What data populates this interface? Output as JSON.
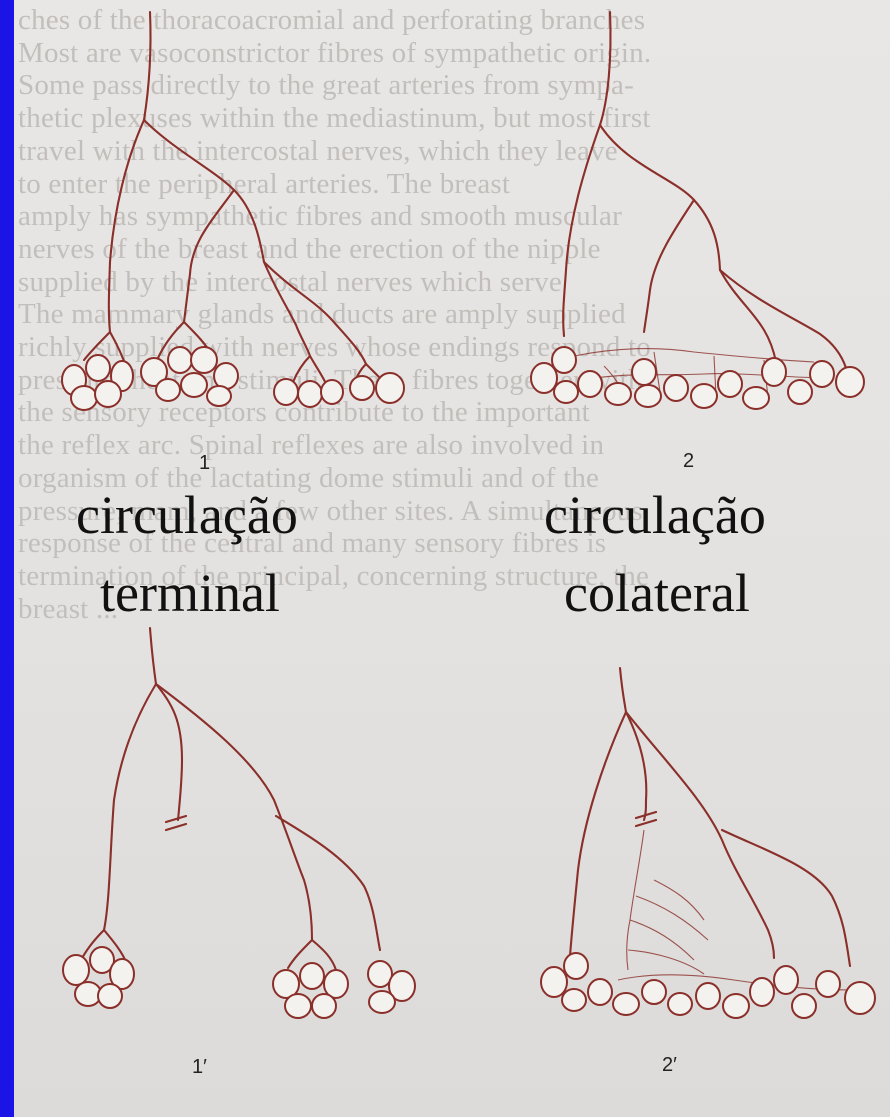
{
  "figures": {
    "terminal": {
      "label": "1",
      "caption_line1": "circulação",
      "caption_line2": "terminal"
    },
    "collateral": {
      "label": "2",
      "caption_line1": "circulação",
      "caption_line2": "colateral"
    },
    "terminal_occluded": {
      "label": "1′"
    },
    "collateral_occluded": {
      "label": "2′"
    }
  },
  "colors": {
    "vessel": "#8a2f2a",
    "border": "#1a14e6",
    "background": "#e6e4e2",
    "caption": "#111111"
  },
  "background_text": [
    "ches of the thoracoacromial and perforating branches",
    "Most are vasoconstrictor fibres of sympathetic origin.",
    "Some pass directly to the great arteries from sympa-",
    "thetic plexuses within the mediastinum, but most first",
    "travel with the intercostal nerves, which they leave",
    "to enter the peripheral arteries. The breast",
    "amply has sympathetic fibres and smooth muscular",
    "nerves of the breast and the erection of the nipple",
    "supplied by the intercostal nerves which serve",
    "The mammary glands and ducts are amply supplied",
    "richly supplied with nerves whose endings respond to",
    "pressure, heat and stimuli. These fibres together with",
    "the sensory receptors contribute to the important",
    "the reflex arc. Spinal reflexes are also involved in",
    "organism of the lactating dome stimuli and of the",
    "pressure, mam, and a few other sites. A simultaneous",
    "response of the central and many sensory fibres is",
    "termination of the principal, concerning structure, the",
    "breast ..."
  ]
}
